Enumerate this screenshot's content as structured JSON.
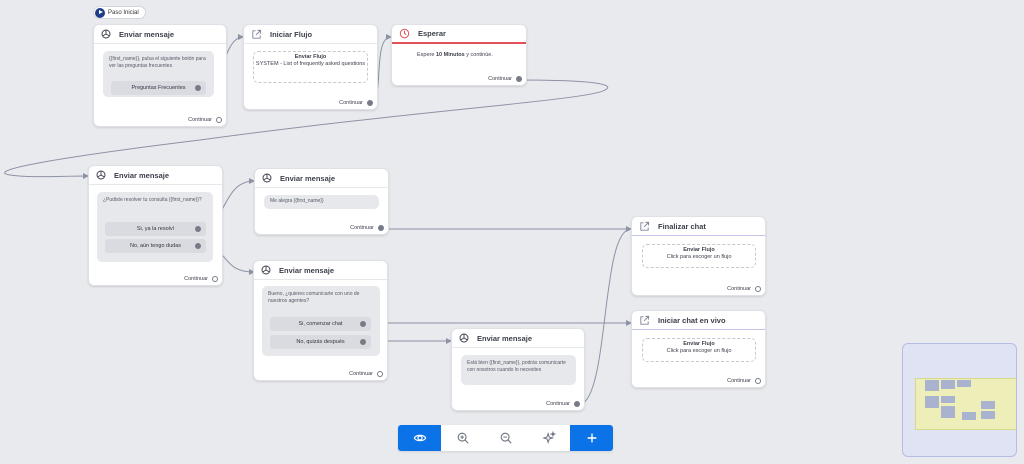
{
  "start_label": "Paso Inicial",
  "nodes": {
    "send1": {
      "title": "Enviar mensaje",
      "bubble": "{{first_name}}, pulsa el siguiente botón para ver las preguntas frecuentes",
      "options": [
        "Preguntas Frecuentes"
      ],
      "continue": "Continuar"
    },
    "flow1": {
      "title": "Iniciar Flujo",
      "box_title": "Enviar Flujo",
      "box_text": "SYSTEM - List of frequently asked questions",
      "continue": "Continuar"
    },
    "wait": {
      "title": "Esperar",
      "text_prefix": "Espere",
      "text_value": "10 Minutos",
      "text_suffix": "y continúe.",
      "continue": "Continuar"
    },
    "send2": {
      "title": "Enviar mensaje",
      "bubble": "¿Pudiste resolver tu consulta {{first_name}}?",
      "options": [
        "Si, ya la resolví",
        "No, aún tengo dudas"
      ],
      "continue": "Continuar"
    },
    "send3": {
      "title": "Enviar mensaje",
      "bubble": "Me alegra {{first_name}}",
      "continue": "Continuar"
    },
    "send4": {
      "title": "Enviar mensaje",
      "bubble": "Bueno, ¿quieres comunicarte con uno de nuestros agentes?",
      "options": [
        "Si, comenzar chat",
        "No, quizás después"
      ],
      "continue": "Continuar"
    },
    "send5": {
      "title": "Enviar mensaje",
      "bubble": "Está bien {{first_name}}, podrás comunicarte con nosotros cuando lo necesites",
      "continue": "Continuar"
    },
    "end_chat": {
      "title": "Finalizar chat",
      "box_title": "Enviar Flujo",
      "box_text": "Click para escoger un flujo",
      "continue": "Continuar"
    },
    "live_chat": {
      "title": "Iniciar chat en vivo",
      "box_title": "Enviar Flujo",
      "box_text": "Click para escoger un flujo",
      "continue": "Continuar"
    }
  },
  "toolbar": [
    "eye-icon",
    "zoom-in-icon",
    "zoom-out-icon",
    "sparkles-icon",
    "plus-icon"
  ],
  "colors": {
    "canvas": "#e9eaee",
    "accent": "#0b72e7",
    "wait_border": "#e2525c",
    "edge": "#8d93a6"
  }
}
